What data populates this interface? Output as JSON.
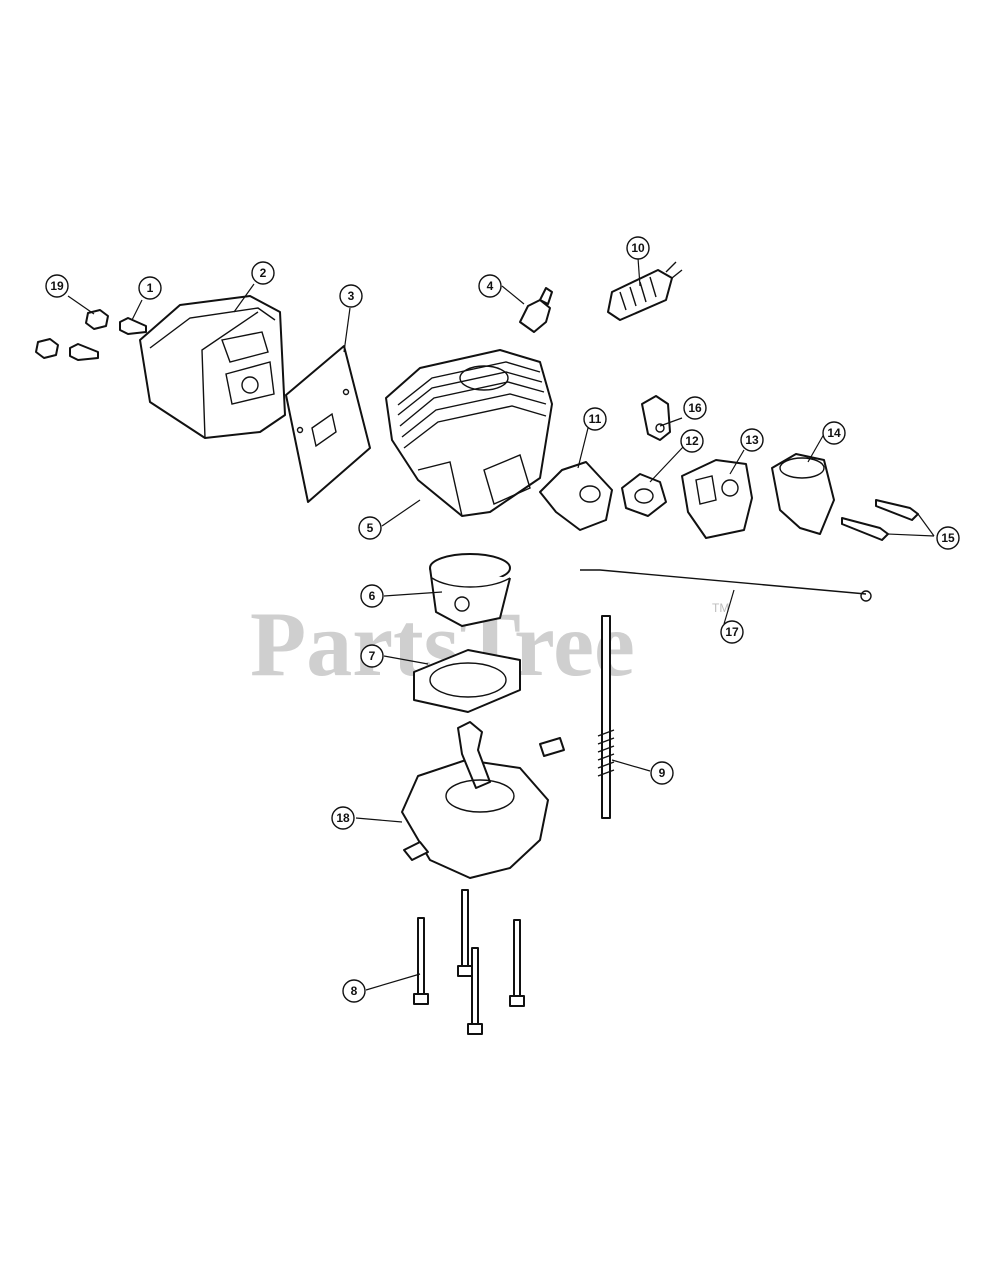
{
  "watermark": {
    "text": "PartsTree",
    "tm": "TM"
  },
  "callouts": {
    "c1": "1",
    "c2": "2",
    "c3": "3",
    "c4": "4",
    "c5": "5",
    "c6": "6",
    "c7": "7",
    "c8": "8",
    "c9": "9",
    "c10": "10",
    "c11": "11",
    "c12": "12",
    "c13": "13",
    "c14": "14",
    "c15": "15",
    "c16": "16",
    "c17": "17",
    "c18": "18",
    "c19": "19"
  }
}
